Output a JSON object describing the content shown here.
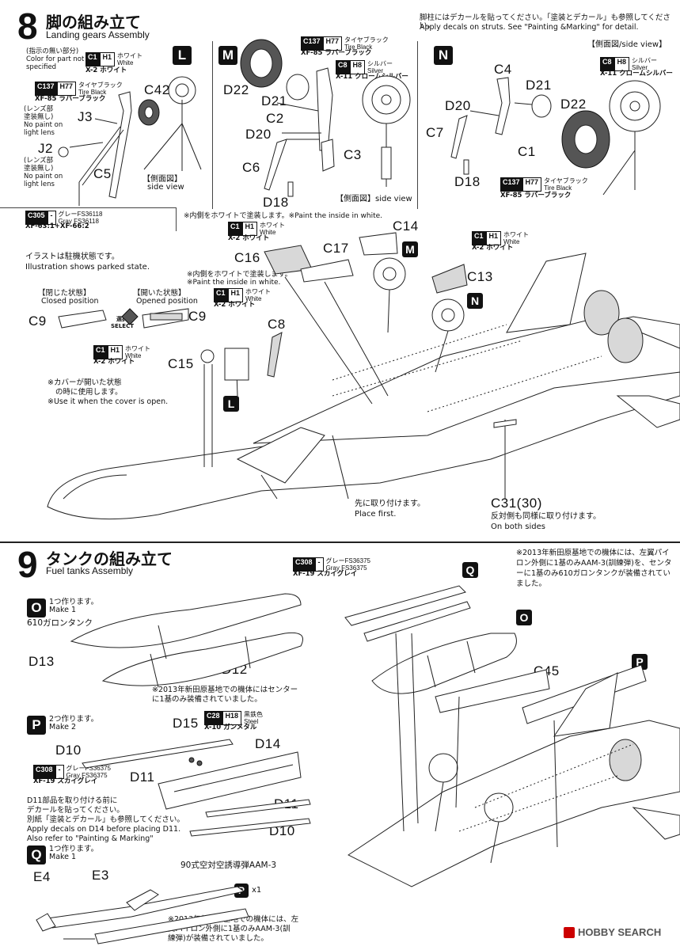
{
  "step8": {
    "number": "8",
    "title_jp": "脚の組み立て",
    "title_en": "Landing gears Assembly",
    "note_top_jp": "脚柱にはデカールを貼ってください。「塗装とデカール」も参照してください。",
    "note_top_en": "Apply decals on struts. See \"Painting &Marking\" for detail.",
    "unpainted_note": [
      "(指示の無い部分)",
      "Color for part not",
      "specified"
    ],
    "side_view": "【側面図】",
    "side_view_en": "side view",
    "side_view_combo": "【側面図/side view】",
    "lens_note": [
      "(レンズ部",
      "塗装無し)",
      "No paint on",
      "light lens"
    ],
    "white_inside_jp": "※内側をホワイトで塗装します。",
    "white_inside_en": "※Paint the inside in white.",
    "parked_jp": "イラストは駐機状態です。",
    "parked_en": "Illustration shows parked state.",
    "closed_jp": "【閉じた状態】",
    "closed_en": "Closed position",
    "opened_jp": "【開いた状態】",
    "opened_en": "Opened position",
    "select": "選択 SELECT",
    "cover_note_jp": [
      "※カバーが開いた状態",
      "の時に使用します。"
    ],
    "cover_note_en": "※Use it when the cover is open.",
    "place_first_jp": "先に取り付けます。",
    "place_first_en": "Place first.",
    "both_sides_jp": "反対側も同様に取り付けます。",
    "both_sides_en": "On both sides",
    "c31": "C31(30)",
    "subs": {
      "L": "L",
      "M": "M",
      "N": "N"
    },
    "parts": {
      "J3": "J3",
      "J2": "J2",
      "C5": "C5",
      "C42": "C42",
      "D22": "D22",
      "D21": "D21",
      "C2": "C2",
      "D20": "D20",
      "C6": "C6",
      "C3": "C3",
      "D18": "D18",
      "C4": "C4",
      "C7": "C7",
      "C1": "C1",
      "C14": "C14",
      "C16": "C16",
      "C17": "C17",
      "C13": "C13",
      "C9": "C9",
      "C15": "C15",
      "C8": "C8"
    },
    "paints": {
      "white": {
        "c": "C1",
        "h": "H1",
        "en": "White",
        "jp": "ホワイト",
        "name": "X-2 ホワイト"
      },
      "tire": {
        "c": "C137",
        "h": "H77",
        "en": "Tire Black",
        "jp": "タイヤブラック",
        "name": "XF-85 ラバーブラック"
      },
      "silver": {
        "c": "C8",
        "h": "H8",
        "en": "Silver",
        "jp": "シルバー",
        "name": "X-11 クロームシルバー"
      },
      "gray": {
        "c": "C305",
        "h": "-",
        "en": "Gray FS36118",
        "jp": "グレーFS36118",
        "name": "XF-63:1+XF-66:2"
      }
    }
  },
  "step9": {
    "number": "9",
    "title_jp": "タンクの組み立て",
    "title_en": "Fuel tanks Assembly",
    "note_2013_jp": "※2013年新田原基地での機体には、左翼パイロン外側に1基のみAAM-3(訓練弾)を、センターに1基のみ610ガロンタンクが装備されていました。",
    "make1_jp": "1つ作ります。",
    "make1_en": "Make 1",
    "make2_jp": "2つ作ります。",
    "make2_en": "Make 2",
    "tank_name": "610ガロンタンク",
    "center_note_jp": [
      "※2013年新田原基地での機体にはセンター",
      "に1基のみ装備されていました。"
    ],
    "decal_note_jp": [
      "D11部品を取り付ける前に",
      "デカールを貼ってください。",
      "別紙「塗装とデカール」も参照してください。"
    ],
    "decal_note_en": [
      "Apply decals on D14 before placing D11.",
      "Also refer to \"Painting & Marking\""
    ],
    "missile_name": "90式空対空誘導弾AAM-3",
    "missile_note_jp": [
      "※2013年新田原基地での機体には、左",
      "翼パイロン外側に1基のみAAM-3(訓",
      "練弾)が装備されていました。"
    ],
    "x1": "x1",
    "subs": {
      "O": "O",
      "P": "P",
      "Q": "Q"
    },
    "parts": {
      "D13": "D13",
      "D12": "D12",
      "D15": "D15",
      "D14": "D14",
      "D10": "D10",
      "D11": "D11",
      "E4": "E4",
      "E3": "E3",
      "C45": "C45"
    },
    "paints": {
      "skygray": {
        "c": "C308",
        "h": "-",
        "en": "Gray FS36375",
        "jp": "グレーFS36375",
        "name": "XF-19 スカイグレイ"
      },
      "steel": {
        "c": "C28",
        "h": "H18",
        "en": "Steel",
        "jp": "黒鉄色",
        "name": "X-10 ガンメタル"
      }
    }
  },
  "watermark": "HOBBY SEARCH"
}
